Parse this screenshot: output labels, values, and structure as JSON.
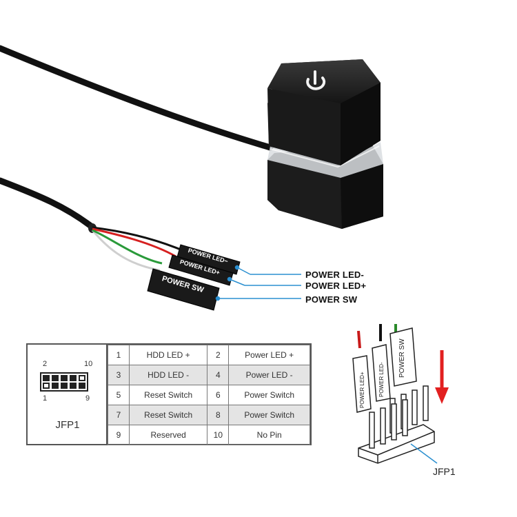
{
  "callouts": {
    "power_led_minus": "POWER LED-",
    "power_led_plus": "POWER LED+",
    "power_sw": "POWER SW"
  },
  "connector_labels": {
    "power_led_minus": "POWER LED−",
    "power_led_plus": "POWER LED+",
    "power_sw": "POWER SW"
  },
  "header_connector_labels": [
    "POWER LED+",
    "POWER LED-",
    "POWER SW"
  ],
  "jfp_header": {
    "label": "JFP1",
    "pin_top_left": "2",
    "pin_top_right": "10",
    "pin_bottom_left": "1",
    "pin_bottom_right": "9",
    "rows": [
      {
        "pin_a": "1",
        "func_a": "HDD LED +",
        "pin_b": "2",
        "func_b": "Power LED +"
      },
      {
        "pin_a": "3",
        "func_a": "HDD LED -",
        "pin_b": "4",
        "func_b": "Power LED -"
      },
      {
        "pin_a": "5",
        "func_a": "Reset Switch",
        "pin_b": "6",
        "func_b": "Power Switch"
      },
      {
        "pin_a": "7",
        "func_a": "Reset Switch",
        "pin_b": "8",
        "func_b": "Power Switch"
      },
      {
        "pin_a": "9",
        "func_a": "Reserved",
        "pin_b": "10",
        "func_b": "No Pin"
      }
    ]
  },
  "diagram_caption": "JFP1",
  "colors": {
    "callout_line": "#2a8fd0",
    "wire_red": "#d62020",
    "wire_green": "#2a9a3a",
    "arrow_red": "#e22020",
    "button_body": "#1b1b1b"
  }
}
